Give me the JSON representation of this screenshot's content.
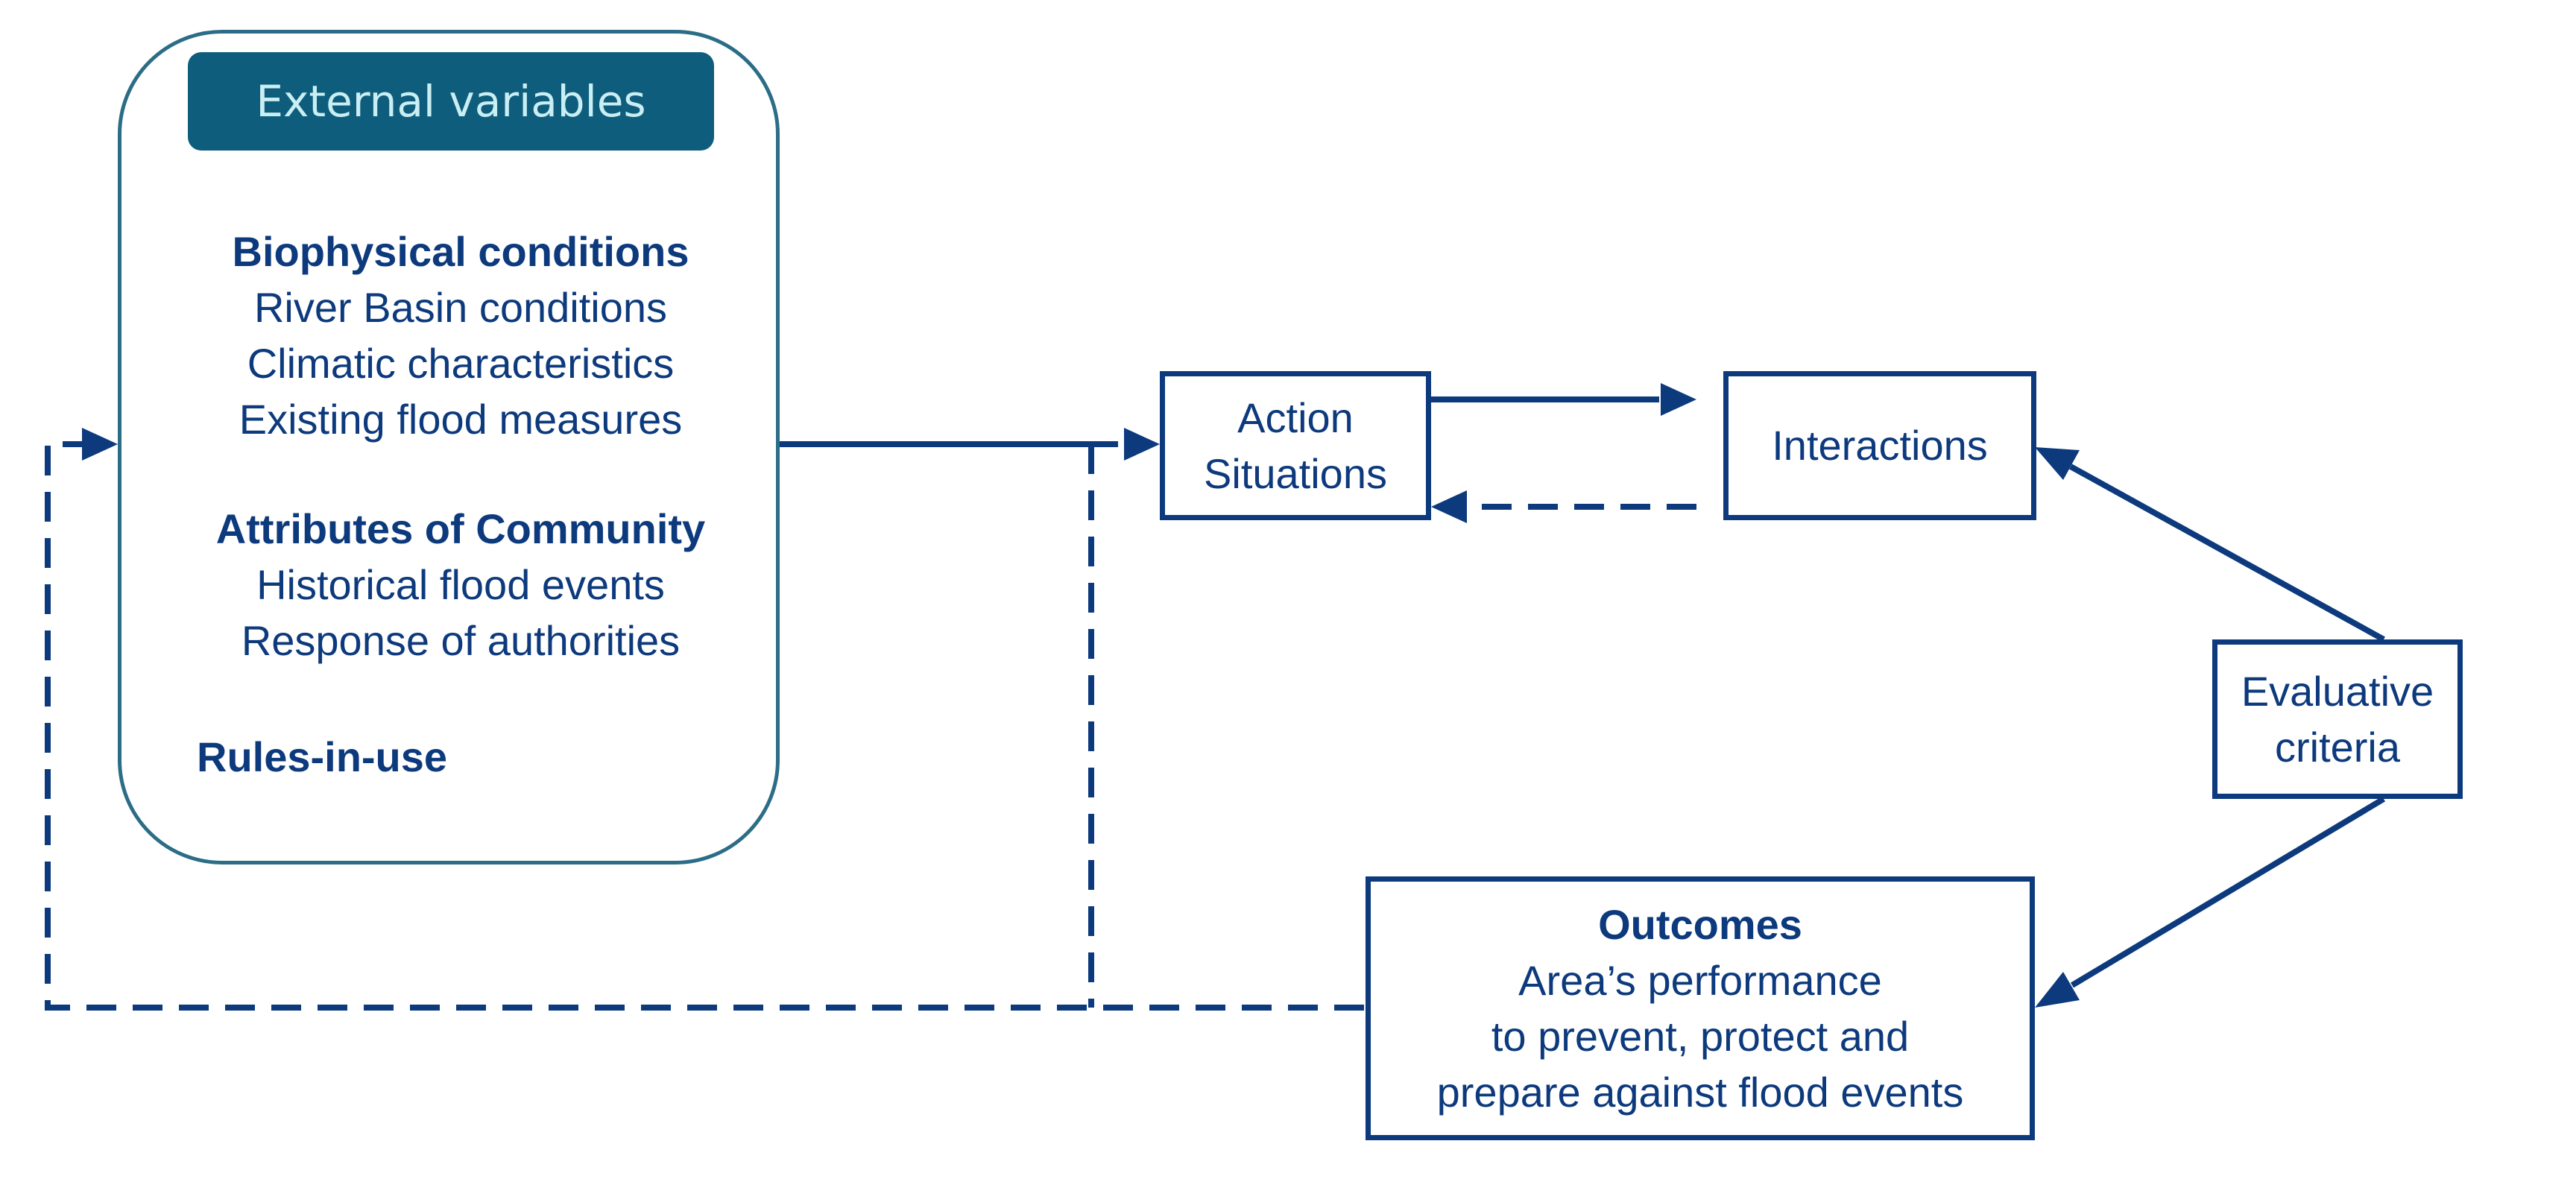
{
  "external_variables": {
    "header": "External variables",
    "biophysical": {
      "heading": "Biophysical conditions",
      "items": [
        "River Basin conditions",
        "Climatic characteristics",
        "Existing flood measures"
      ]
    },
    "community": {
      "heading": "Attributes of Community",
      "items": [
        "Historical flood events",
        "Response of authorities"
      ]
    },
    "rules": "Rules-in-use"
  },
  "action_situations": {
    "line1": "Action",
    "line2": "Situations"
  },
  "interactions": {
    "label": "Interactions"
  },
  "evaluative_criteria": {
    "line1": "Evaluative",
    "line2": "criteria"
  },
  "outcomes": {
    "heading": "Outcomes",
    "lines": [
      "Area’s performance",
      "to prevent, protect and",
      "prepare against flood events"
    ]
  },
  "colors": {
    "line": "#0d3a7d",
    "header_bg": "#0f5d7c",
    "header_text": "#c9eef3",
    "rounded_border": "#2b6d86"
  }
}
